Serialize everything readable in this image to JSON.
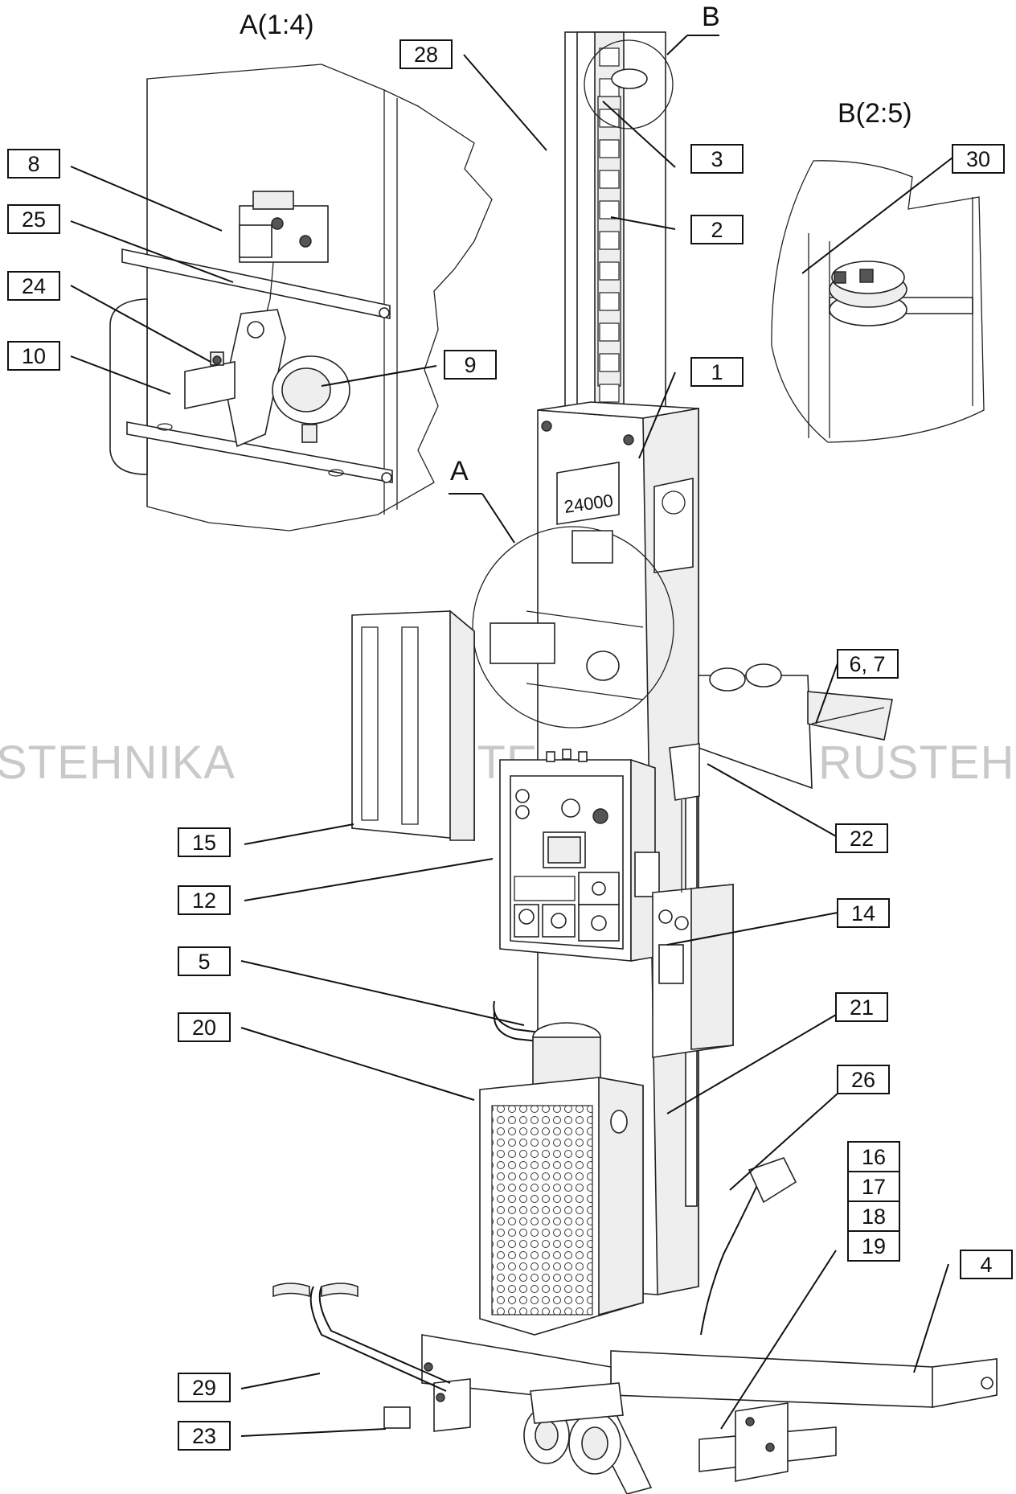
{
  "views": {
    "detail_a_title": "A(1:4)",
    "detail_b_title": "B(2:5)",
    "marker_a": "A",
    "marker_b": "B"
  },
  "watermark": {
    "left": "STEHNIKA",
    "center": "RUSTEHNIKA",
    "right": "RUSTEH"
  },
  "column_badge": "24000",
  "callouts": {
    "c28": "28",
    "c3": "3",
    "c2": "2",
    "c1": "1",
    "c30": "30",
    "c8": "8",
    "c25": "25",
    "c24": "24",
    "c10": "10",
    "c9": "9",
    "c6_7": "6, 7",
    "c22": "22",
    "c15": "15",
    "c12": "12",
    "c14": "14",
    "c5": "5",
    "c20": "20",
    "c21": "21",
    "c26": "26",
    "c16": "16",
    "c17": "17",
    "c18": "18",
    "c19": "19",
    "c4": "4",
    "c29": "29",
    "c23": "23"
  }
}
